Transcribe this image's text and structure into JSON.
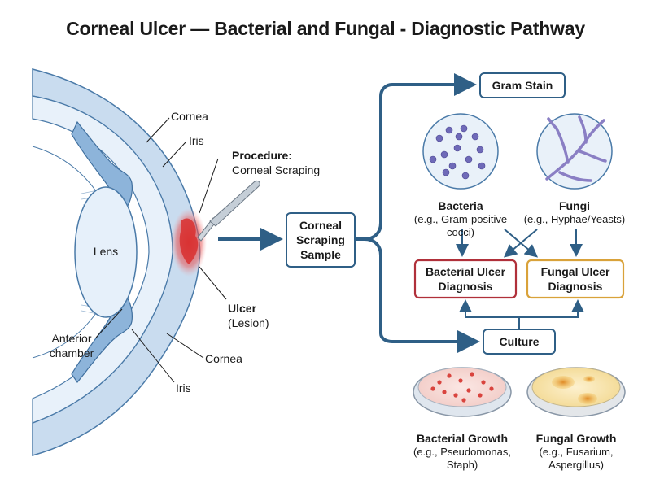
{
  "title": "Corneal Ulcer — Bacterial and Fungal - Diagnostic Pathway",
  "eye": {
    "cornea_top": "Cornea",
    "iris_top": "Iris",
    "lens": "Lens",
    "anterior_chamber": [
      "Anterior",
      "chamber"
    ],
    "cornea_bottom": "Cornea",
    "iris_bottom": "Iris",
    "procedure_title": "Procedure:",
    "procedure_name": "Corneal Scraping",
    "ulcer_title": "Ulcer",
    "ulcer_sub": "(Lesion)"
  },
  "flow": {
    "sample": [
      "Corneal",
      "Scraping",
      "Sample"
    ],
    "gram_stain": "Gram Stain",
    "culture": "Culture",
    "bacteria_title": "Bacteria",
    "bacteria_sub": [
      "(e.g., Gram-positive",
      "cocci)"
    ],
    "fungi_title": "Fungi",
    "fungi_sub": "(e.g., Hyphae/Yeasts)",
    "bacterial_dx": [
      "Bacterial Ulcer",
      "Diagnosis"
    ],
    "fungal_dx": [
      "Fungal Ulcer",
      "Diagnosis"
    ],
    "bact_growth_title": "Bacterial Growth",
    "bact_growth_sub": [
      "(e.g., Pseudomonas,",
      "Staph)"
    ],
    "fungal_growth_title": "Fungal Growth",
    "fungal_growth_sub": [
      "(e.g., Fusarium,",
      "Aspergillus)"
    ]
  },
  "colors": {
    "flow_arrow": "#2f5f86",
    "bacterial_box": "#b0303a",
    "fungal_box": "#d9a23a",
    "cornea_fill": "#d6e6f4",
    "iris_fill": "#8db4da",
    "ulcer": "#e04a4a"
  }
}
